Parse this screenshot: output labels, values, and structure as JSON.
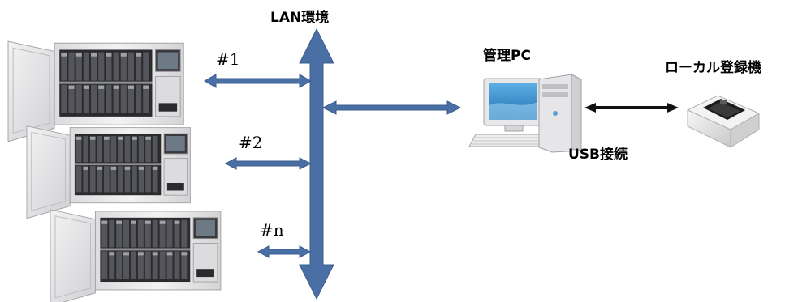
{
  "lan_label": "LAN環境",
  "pc_label": "管理PC",
  "registrar_label": "ローカル登録機",
  "usb_label": "USB接続",
  "unit_labels": [
    "#1",
    "#2",
    "#n"
  ],
  "colors": {
    "lan_arrow": "#4a6fa5",
    "usb_arrow": "#111111",
    "cabinet_body": "#e9e9ea",
    "monitor_screen": "#2e86c1"
  },
  "icons": [
    "storage-cabinet-icon",
    "desktop-pc-icon",
    "card-reader-icon"
  ]
}
